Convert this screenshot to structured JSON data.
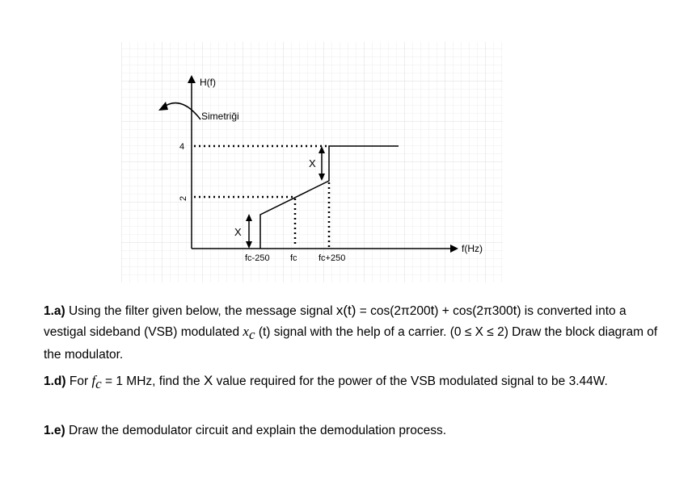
{
  "figure": {
    "y_axis_label": "H(f)",
    "symmetry_label": "Simetriği",
    "x_axis_label": "f(Hz)",
    "y_ticks": [
      "4",
      "2"
    ],
    "x_ticks": [
      "fc-250",
      "fc",
      "fc+250"
    ],
    "x_marker_upper": "X",
    "x_marker_lower": "X"
  },
  "questions": [
    {
      "id": "1.a)",
      "parts": {
        "t1": "Using the filter given below, the message signal ",
        "t2": "x(t)",
        "t3": " = cos(2π200",
        "t4": "t",
        "t5": ") + cos(2π300",
        "t6": "t",
        "t7": ") is converted into a vestigal sideband (VSB) modulated ",
        "t8": "x",
        "t9": "c",
        "t10": " (t) signal with the help of a carrier. (0 ≤ X ≤ 2) Draw the block diagram of the modulator."
      }
    },
    {
      "id": "1.d)",
      "parts": {
        "t1": "For ",
        "t2": "f",
        "t3": "c",
        "t4": " = 1 MHz, find the ",
        "t5": "X",
        "t6": " value required for the power of the VSB modulated signal to be 3.44W."
      }
    },
    {
      "id": "1.e)",
      "parts": {
        "t1": "Draw the demodulator circuit and explain the demodulation process."
      }
    }
  ]
}
